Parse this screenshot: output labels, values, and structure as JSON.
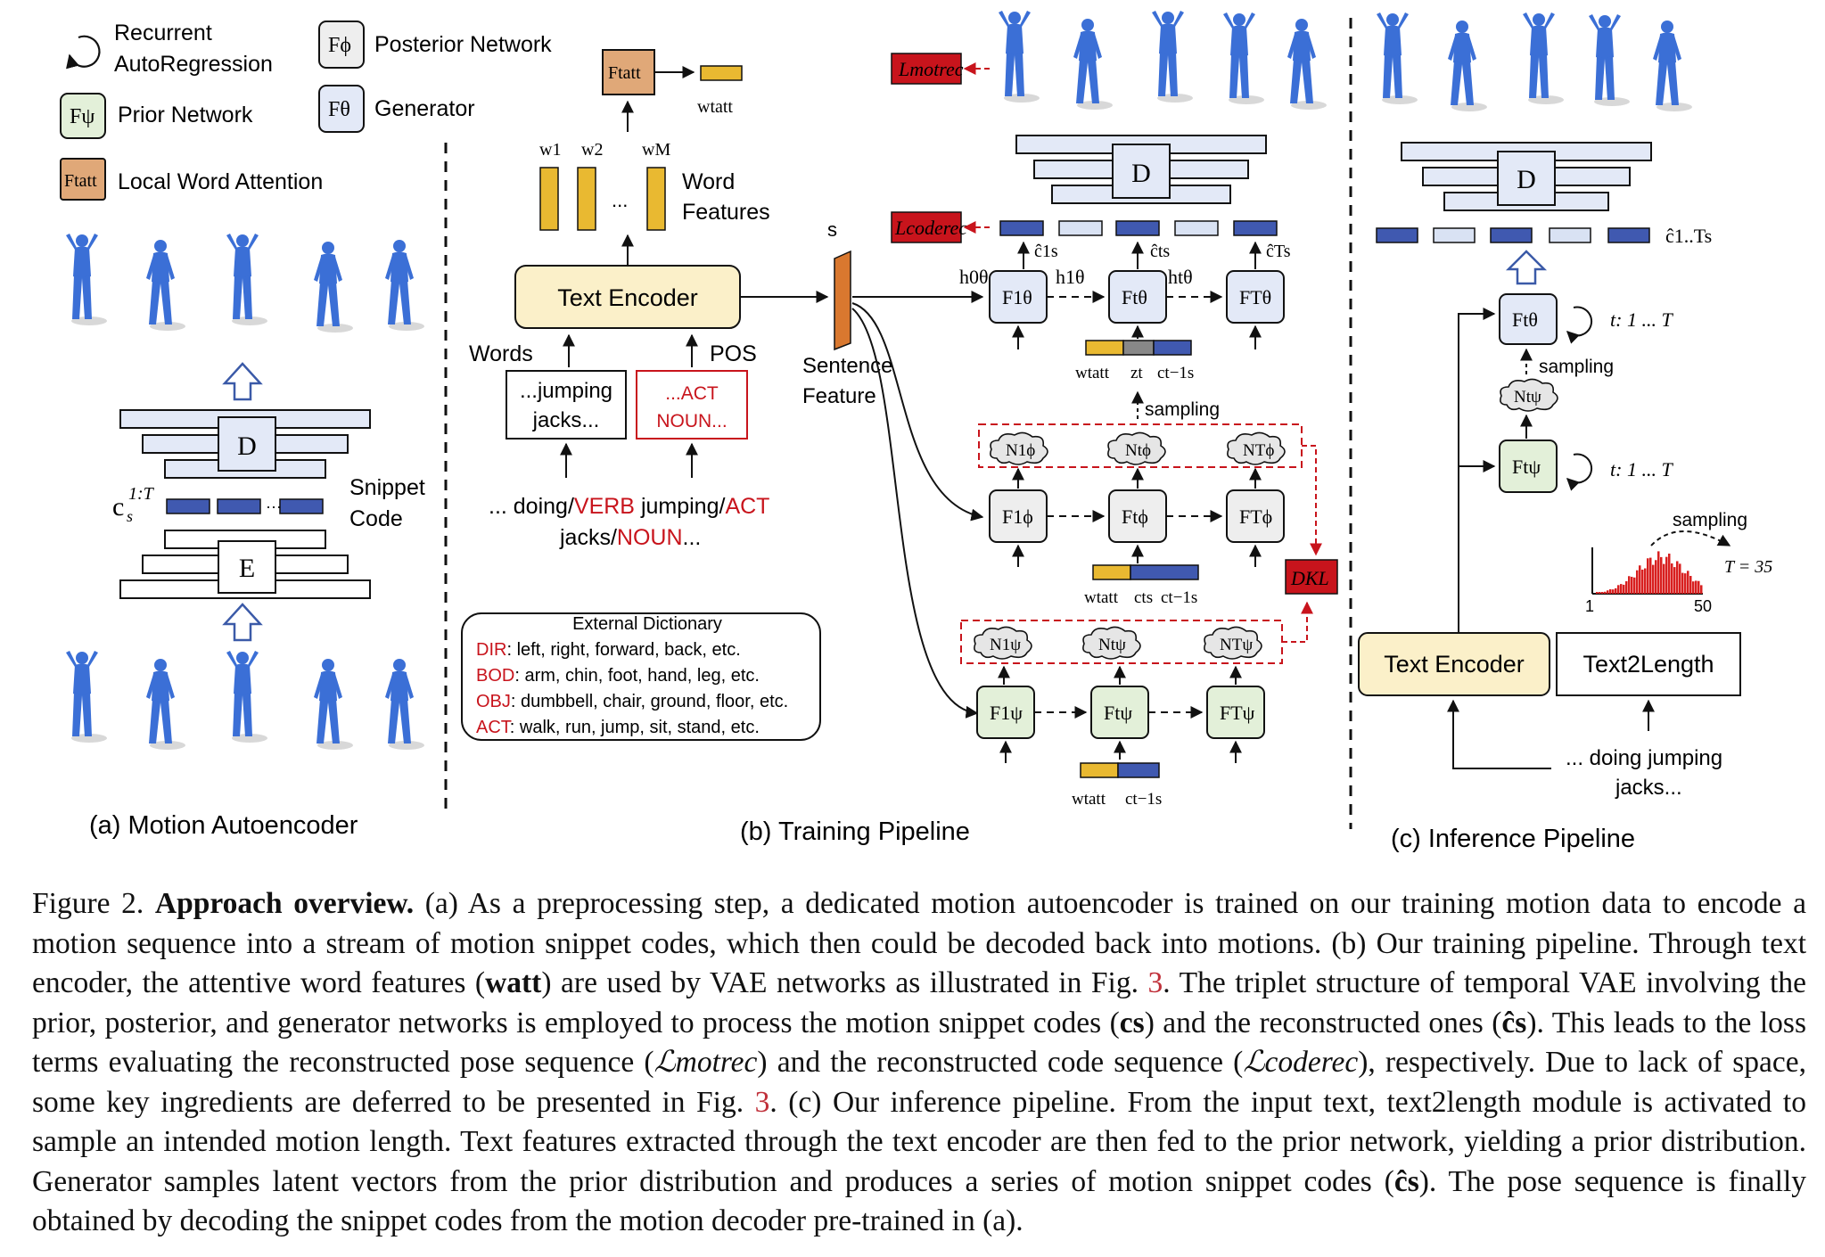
{
  "legend": {
    "recurrent": [
      "Recurrent",
      "AutoRegression"
    ],
    "prior": "Prior Network",
    "local_word_attention": "Local Word Attention",
    "posterior": "Posterior Network",
    "generator": "Generator",
    "sym_prior": "Fψ",
    "sym_local_att": "Ftatt",
    "sym_posterior": "Fϕ",
    "sym_generator": "Fθ"
  },
  "panel_a": {
    "title": "(a) Motion Autoencoder",
    "decoder": "D",
    "encoder": "E",
    "code_symbol": "c",
    "code_sup": "1:T",
    "code_sub": "s",
    "snippet_label": [
      "Snippet",
      "Code"
    ]
  },
  "panel_b": {
    "title": "(b) Training Pipeline",
    "text_encoder": "Text Encoder",
    "words_label": "Words",
    "pos_label": "POS",
    "words_box": [
      "...jumping",
      "jacks..."
    ],
    "pos_box": [
      "...ACT",
      "NOUN..."
    ],
    "input_text": {
      "line1_a": "... doing/",
      "line1_b": "VERB",
      "line1_c": " jumping/",
      "line1_d": "ACT",
      "line2_a": "jacks/",
      "line2_b": "NOUN",
      "line2_c": "..."
    },
    "word_features": [
      "Word",
      "Features"
    ],
    "w_labels": [
      "w1",
      "w2",
      "wM"
    ],
    "att_box": "Ftatt",
    "w_att": "wtatt",
    "sentence_feature": [
      "Sentence",
      "Feature"
    ],
    "s_label": "s",
    "loss_mot": "Lmotrec",
    "loss_code": "Lcoderec",
    "dkl": "DKL",
    "decoder": "D",
    "sampling": "sampling",
    "gen_inputs": [
      "wtatt",
      "zt",
      "ct−1s"
    ],
    "post_inputs": [
      "wtatt",
      "cts",
      "ct−1s"
    ],
    "prior_inputs": [
      "wtatt",
      "ct−1s"
    ],
    "h_labels": [
      "h0θ",
      "h1θ",
      "htθ"
    ],
    "c_hat_labels": [
      "ĉ1s",
      "ĉts",
      "ĉTs"
    ],
    "gen_nodes": [
      "F1θ",
      "Ftθ",
      "FTθ"
    ],
    "post_nodes": [
      "F1ϕ",
      "Ftϕ",
      "FTϕ"
    ],
    "prior_nodes": [
      "F1ψ",
      "Ftψ",
      "FTψ"
    ],
    "post_dists": [
      "N1ϕ",
      "Ntϕ",
      "NTϕ"
    ],
    "prior_dists": [
      "N1ψ",
      "Ntψ",
      "NTψ"
    ],
    "dictionary": {
      "title": "External Dictionary",
      "rows": [
        {
          "key": "DIR",
          "text": ": left, right, forward, back, etc."
        },
        {
          "key": "BOD",
          "text": ": arm, chin, foot, hand, leg, etc."
        },
        {
          "key": "OBJ",
          "text": ": dumbbell, chair, ground, floor, etc."
        },
        {
          "key": "ACT",
          "text": ": walk, run, jump, sit, stand, etc."
        }
      ]
    }
  },
  "panel_c": {
    "title": "(c) Inference Pipeline",
    "decoder": "D",
    "c_hat": "ĉ1..Ts",
    "generator": "Ftθ",
    "prior": "Ftψ",
    "dist": "Ntψ",
    "loop_label_gen": "t: 1 ... T",
    "loop_label_prior": "t: 1 ... T",
    "sampling": "sampling",
    "hist_sampling": "sampling",
    "t_value": "T = 35",
    "hist_min": "1",
    "hist_max": "50",
    "text_encoder": "Text Encoder",
    "text2length": "Text2Length",
    "input_text": [
      "... doing jumping",
      "jacks..."
    ]
  },
  "colors": {
    "blue_body": "#3b6fd6",
    "code_blue": "#4059b0",
    "code_light": "#d9e2f3",
    "text_encoder_fill": "#fbf0c9",
    "gen_fill": "#e3e9f7",
    "post_fill": "#eeeeee",
    "prior_fill": "#e3f0d9",
    "att_fill": "#e0a878",
    "loss_red": "#c8141c",
    "word_yellow": "#e9b931",
    "sentence_orange": "#d9782f",
    "hist_red": "#d81f1f"
  },
  "caption": {
    "fig_label": "Figure 2.",
    "bold_title": "Approach overview.",
    "segments": [
      "(a) As a preprocessing step, a dedicated motion autoencoder is trained on our training motion data to encode a motion sequence into a stream of motion snippet codes, which then could be decoded back into motions. (b) Our training pipeline. Through text encoder, the attentive word features (",
      "watt",
      ") are used by VAE networks as illustrated in Fig. ",
      "3",
      ". The triplet structure of temporal VAE involving the prior, posterior, and generator networks is employed to process the motion snippet codes (",
      "cs",
      ") and the reconstructed ones (",
      "ĉs",
      "). This leads to the loss terms evaluating the reconstructed pose sequence (",
      "ℒmotrec",
      ") and the reconstructed code sequence (",
      "ℒcoderec",
      "), respectively. Due to lack of space, some key ingredients are deferred to be presented in Fig. ",
      "3",
      ". (c) Our inference pipeline. From the input text, text2length module is activated to sample an intended motion length. Text features extracted through the text encoder are then fed to the prior network, yielding a prior distribution. Generator samples latent vectors from the prior distribution and produces a series of motion snippet codes (",
      "ĉs",
      "). The pose sequence is finally obtained by decoding the snippet codes from the motion decoder pre-trained in (a)."
    ]
  }
}
